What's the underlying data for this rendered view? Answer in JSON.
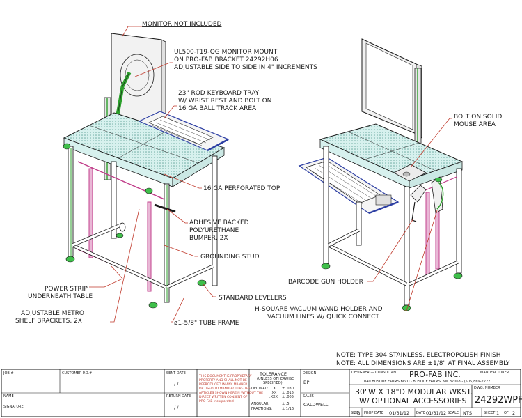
{
  "annotations": {
    "monitor_not_included": "MONITOR NOT INCLUDED",
    "mount_line1": "UL500-T19-QG MONITOR MOUNT",
    "mount_line2": "ON PRO-FAB BRACKET 24292H06",
    "mount_line3": "ADJUSTABLE SIDE TO SIDE IN 4\" INCREMENTS",
    "tray_line1": "23\" ROD KEYBOARD TRAY",
    "tray_line2": "W/ WRIST REST AND BOLT ON",
    "tray_line3": "16 GA BALL TRACK AREA",
    "perforated_top": "16 GA PERFORATED TOP",
    "bumper_line1": "ADHESIVE BACKED",
    "bumper_line2": "POLYURETHANE",
    "bumper_line3": "BUMPER, 2X",
    "grounding_stud": "GROUNDING STUD",
    "power_strip_line1": "POWER STRIP",
    "power_strip_line2": "UNDERNEATH TABLE",
    "metro_line1": "ADJUSTABLE METRO",
    "metro_line2": "SHELF BRACKETS, 2X",
    "tube_frame": "ø1-5/8\" TUBE FRAME",
    "standard_levelers": "STANDARD LEVELERS",
    "mouse_line1": "BOLT ON SOLID",
    "mouse_line2": "MOUSE AREA",
    "barcode_holder": "BARCODE GUN HOLDER",
    "vacuum_line1": "H-SQUARE VACUUM WAND HOLDER AND",
    "vacuum_line2": "VACUUM LINES W/ QUICK CONNECT",
    "note1": "NOTE: TYPE 304 STAINLESS, ELECTROPOLISH FINISH",
    "note2": "NOTE: ALL DIMENSIONS ARE ±1/8\" AT FINAL ASSEMBLY"
  },
  "title_block": {
    "job_label": "JOB #",
    "customer_po_label": "CUSTOMER P.O.#",
    "name_label": "NAME",
    "signature_label": "SIGNATURE",
    "sent_date_label": "SENT DATE",
    "sent_date_value": "/   /",
    "return_date_label": "RETURN DATE",
    "return_date_value": "/   /",
    "disclaimer": [
      "THIS DOCUMENT IS PROPRIETARY",
      "PROPERTY AND SHALL NOT BE",
      "REPRODUCED IN ANY MANNER",
      "OR USED TO MANUFACTURE THE",
      "ARTICLES SHOWN HEREIN WITHOUT THE",
      "DIRECT WRITTEN CONSENT OF",
      "PRO-FAB Incorporated"
    ],
    "tolerance_title": "TOLERANCE",
    "tolerance_sub1": "(UNLESS OTHERWISE",
    "tolerance_sub2": "SPECIFIED)",
    "decimal_label": "DECIMAL:",
    "decimal_x": ".X",
    "decimal_x_val": "± .030",
    "decimal_xx": ".XX",
    "decimal_xx_val": "± .015",
    "decimal_xxx": ".XXX",
    "decimal_xxx_val": "± .005",
    "angular_label": "ANGULAR:",
    "angular_val": "± .5",
    "fractions_label": "FRACTIONS:",
    "fractions_val": "± 1/16",
    "design_label": "DESIGN",
    "design_value": "BP",
    "sales_label": "SALES",
    "sales_value": "CALDWELL",
    "designer_label": "DESIGNER — CONSULTANT",
    "company_name": "PRO-FAB INC.",
    "manufacturer_label": "MANUFACTURER",
    "address": "1040 BOSQUE FARMS BLVD  -  BOSQUE FARMS, NM 87068  -  (505)869-2222",
    "dwg_number_label": "DWG. NUMBER",
    "title_line1": "30\"W X 18\"D MODULAR WKST.",
    "title_line2": "W/ OPTIONAL ACCESSORIES",
    "dwg_number": "24292WPF",
    "size_label": "SIZE",
    "size_value": "B",
    "prop_date_label": "PROP DATE",
    "prop_date_value": "01/31/12",
    "date_label": "DATE",
    "date_value": "01/31/12",
    "scale_label": "SCALE",
    "scale_value": "NTS",
    "sheet_label": "SHEET",
    "sheet_value": "1",
    "of_label": "OF",
    "of_value": "2"
  },
  "colors": {
    "outline": "#1a1a1a",
    "frame_green": "#2ca02c",
    "metro_magenta": "#c2418c",
    "tray_blue": "#2c3ea3",
    "leader_red": "#c0392b",
    "top_fill": "#d7f1ee",
    "screen_fill": "#f2f2f2",
    "leveler_green": "#3fbf4a"
  }
}
